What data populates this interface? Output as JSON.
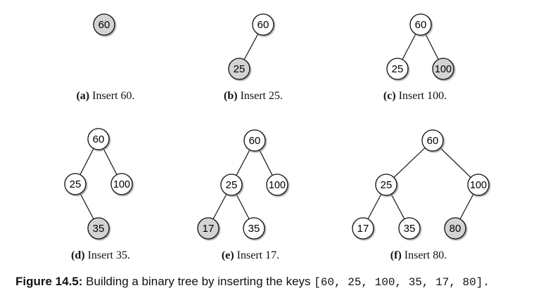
{
  "panels": [
    {
      "label": "(a)",
      "text": "Insert 60.",
      "nodes": [
        {
          "key": "60",
          "parent": null,
          "new": true
        }
      ]
    },
    {
      "label": "(b)",
      "text": "Insert 25.",
      "nodes": [
        {
          "key": "60",
          "parent": null
        },
        {
          "key": "25",
          "parent": "60",
          "new": true
        }
      ]
    },
    {
      "label": "(c)",
      "text": "Insert 100.",
      "nodes": [
        {
          "key": "60",
          "parent": null
        },
        {
          "key": "25",
          "parent": "60"
        },
        {
          "key": "100",
          "parent": "60",
          "new": true
        }
      ]
    },
    {
      "label": "(d)",
      "text": "Insert 35.",
      "nodes": [
        {
          "key": "60",
          "parent": null
        },
        {
          "key": "25",
          "parent": "60"
        },
        {
          "key": "100",
          "parent": "60"
        },
        {
          "key": "35",
          "parent": "25",
          "new": true
        }
      ]
    },
    {
      "label": "(e)",
      "text": "Insert 17.",
      "nodes": [
        {
          "key": "60",
          "parent": null
        },
        {
          "key": "25",
          "parent": "60"
        },
        {
          "key": "100",
          "parent": "60"
        },
        {
          "key": "17",
          "parent": "25",
          "new": true
        },
        {
          "key": "35",
          "parent": "25"
        }
      ]
    },
    {
      "label": "(f)",
      "text": "Insert 80.",
      "nodes": [
        {
          "key": "60",
          "parent": null
        },
        {
          "key": "25",
          "parent": "60"
        },
        {
          "key": "100",
          "parent": "60"
        },
        {
          "key": "17",
          "parent": "25"
        },
        {
          "key": "35",
          "parent": "25"
        },
        {
          "key": "80",
          "parent": "100",
          "new": true
        }
      ]
    }
  ],
  "figure": {
    "label": "Figure 14.5:",
    "text": "Building a binary tree by inserting the keys",
    "keys": "[60, 25, 100, 35, 17, 80]."
  },
  "colors": {
    "new_node": "#d3d3d3",
    "node": "#ffffff",
    "stroke": "#111111"
  }
}
